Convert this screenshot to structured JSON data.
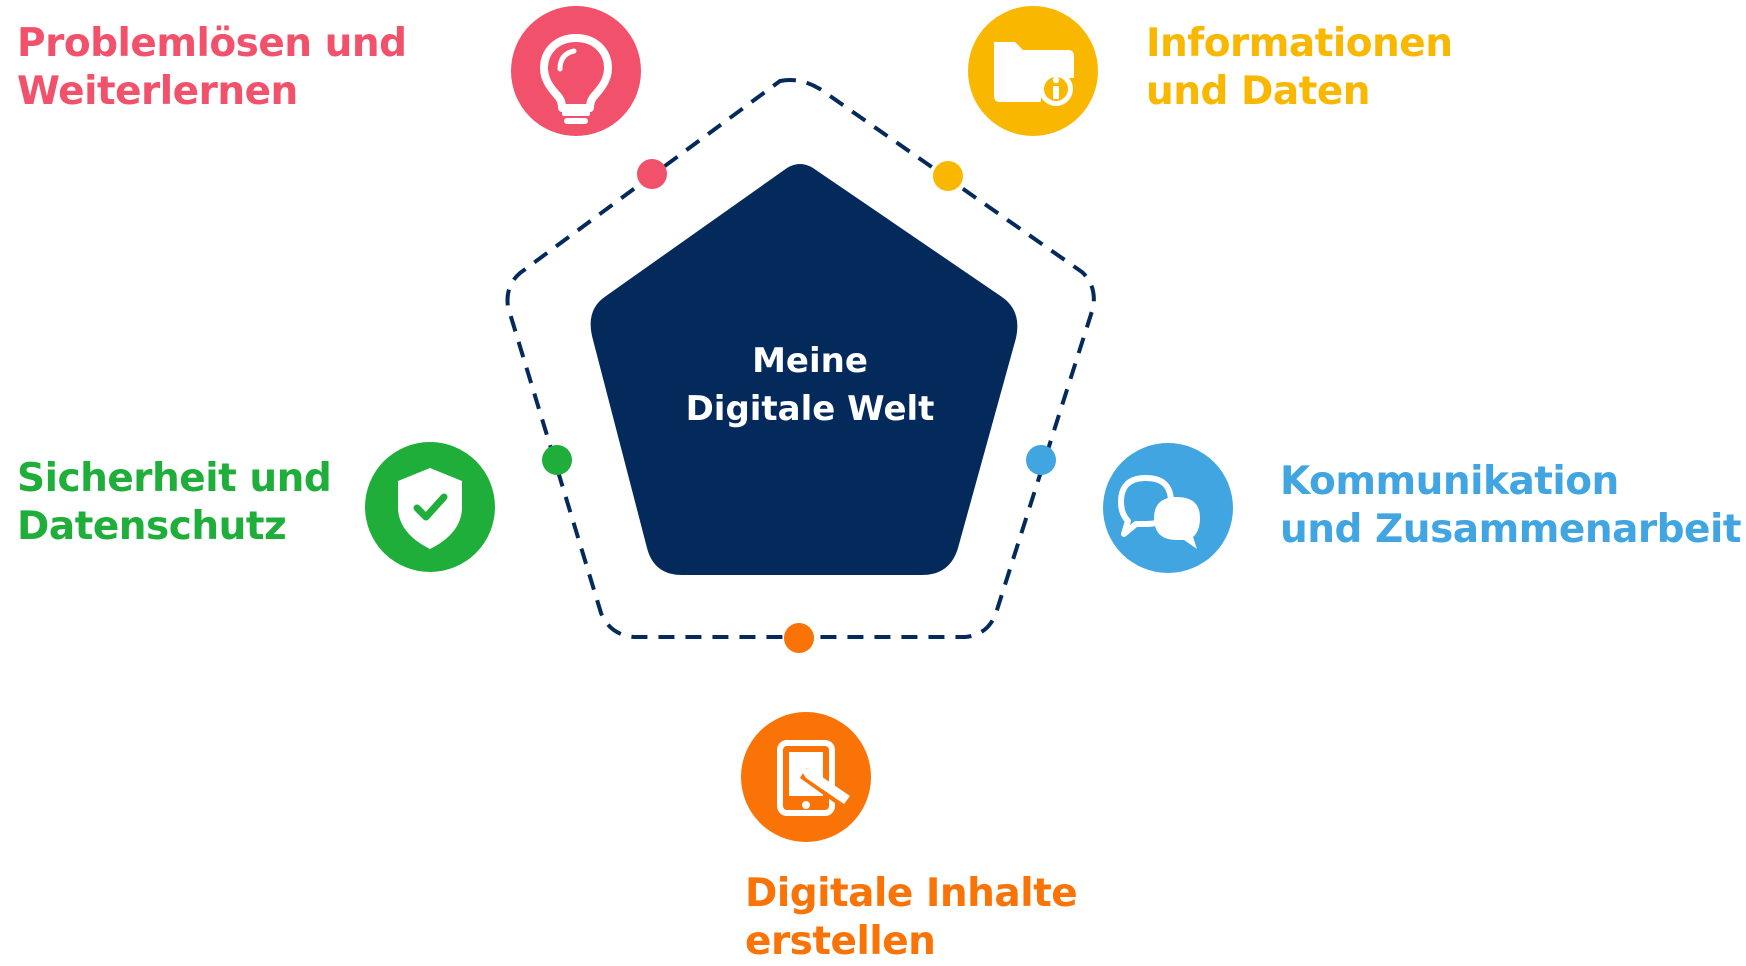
{
  "center": {
    "line1": "Meine",
    "line2": "Digitale Welt",
    "color": "#042A5C"
  },
  "outline_color": "#042A5C",
  "competences": [
    {
      "id": "problem",
      "line1": "Problemlösen und",
      "line2": "Weiterlernen",
      "color": "#F2516B",
      "icon": "lightbulb-icon"
    },
    {
      "id": "info",
      "line1": "Informationen",
      "line2": "und Daten",
      "color": "#F9B700",
      "icon": "folder-info-icon"
    },
    {
      "id": "security",
      "line1": "Sicherheit und",
      "line2": "Datenschutz",
      "color": "#1FAE3A",
      "icon": "shield-check-icon"
    },
    {
      "id": "comm",
      "line1": "Kommunikation",
      "line2": "und Zusammenarbeit",
      "color": "#41A5E1",
      "icon": "chat-bubbles-icon"
    },
    {
      "id": "create",
      "line1": "Digitale Inhalte",
      "line2": "erstellen",
      "color": "#F97306",
      "icon": "tablet-pen-icon"
    }
  ]
}
